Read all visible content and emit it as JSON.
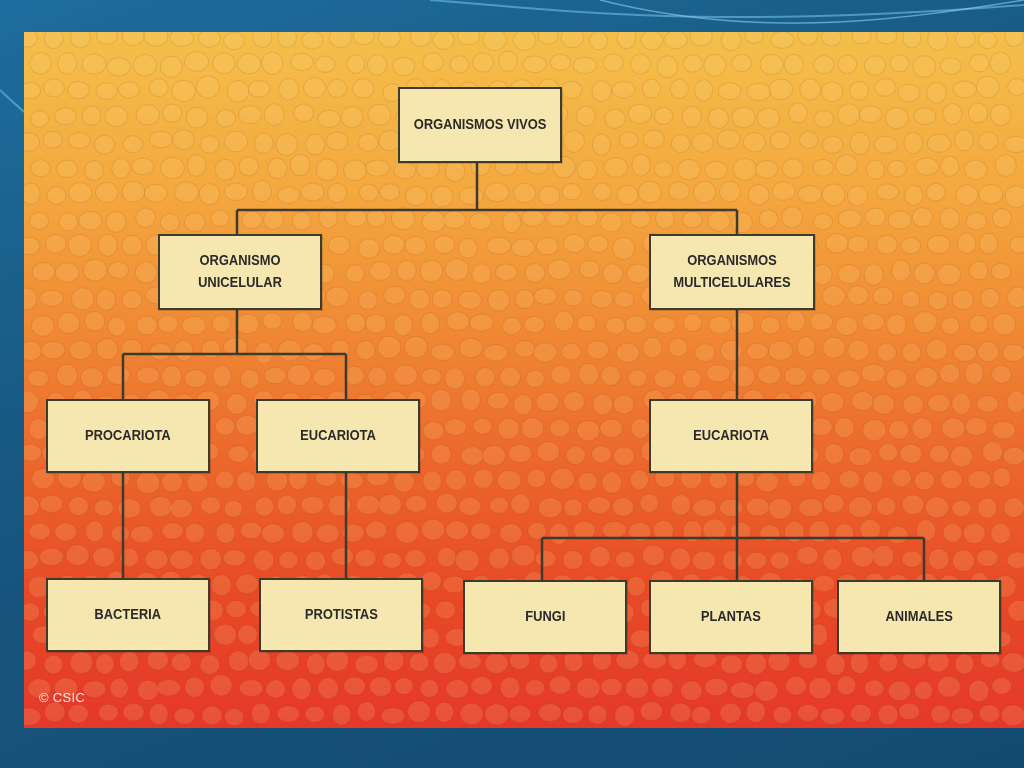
{
  "diagram": {
    "root": "ORGANISMOS VIVOS",
    "level1": {
      "unicellular": "ORGANISMO UNICELULAR",
      "multicellular": "ORGANISMOS MULTICELULARES"
    },
    "level2": {
      "procariota": "PROCARIOTA",
      "eucariota_unicelular": "EUCARIOTA",
      "eucariota_multicelular": "EUCARIOTA"
    },
    "level3": {
      "bacteria": "BACTERIA",
      "protistas": "PROTISTAS",
      "fungi": "FUNGI",
      "plantas": "PLANTAS",
      "animales": "ANIMALES"
    }
  },
  "credit": "© CSIC",
  "colors": {
    "node_fill": "#f6e6b0",
    "node_border": "#3c3b2e",
    "background_top": "#f4bf4a",
    "background_bottom": "#e5382a",
    "slide_frame": "#17567f"
  }
}
